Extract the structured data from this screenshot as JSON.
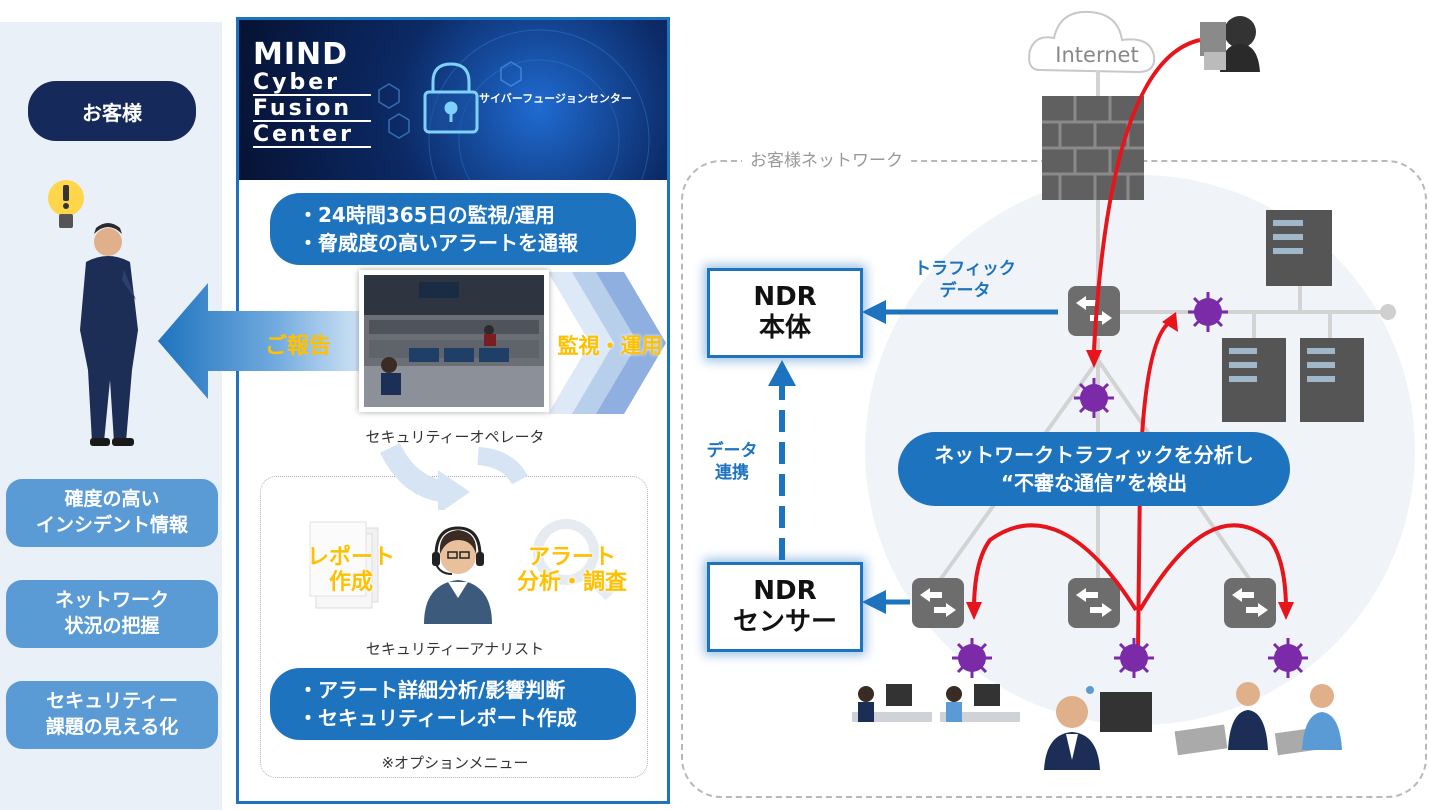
{
  "customer": {
    "title": "お客様",
    "benefits": [
      "確度の高い\nインシデント情報",
      "ネットワーク\n状況の把握",
      "セキュリティー\n課題の見える化"
    ]
  },
  "report_label": "ご報告",
  "banner": {
    "mind": "MIND",
    "cyber": "Cyber",
    "fusion": "Fusion",
    "center": "Center",
    "subtitle": "サイバーフュージョンセンター"
  },
  "services": {
    "line1": "・24時間365日の監視/運用",
    "line2": "・脅威度の高いアラートを通報"
  },
  "monitoring_label": "監視・運用",
  "operator_caption": "セキュリティーオペレータ",
  "analyst": {
    "report_label": "レポート\n作成",
    "alert_label": "アラート\n分析・調査",
    "caption": "セキュリティーアナリスト",
    "line1": "・アラート詳細分析/影響判断",
    "line2": "・セキュリティーレポート作成",
    "option_note": "※オプションメニュー"
  },
  "network": {
    "internet_label": "Internet",
    "frame_label": "お客様ネットワーク",
    "traffic_label": "トラフィック\nデータ",
    "data_link_label": "データ\n連携",
    "ndr_main": "NDR\n本体",
    "ndr_sensor": "NDR\nセンサー",
    "analysis_line1": "ネットワークトラフィックを分析し",
    "analysis_line2": "“不審な通信”を検出"
  },
  "colors": {
    "navy": "#15295a",
    "accent_blue": "#1e73be",
    "light_blue": "#5b9bd5",
    "yellow": "#ffc000",
    "threat_red": "#e8141b",
    "virus_purple": "#7b2aa8"
  },
  "icons": [
    "lightbulb-icon",
    "firewall-icon",
    "server-icon",
    "switch-icon",
    "virus-icon",
    "cloud-icon",
    "hacker-icon"
  ]
}
